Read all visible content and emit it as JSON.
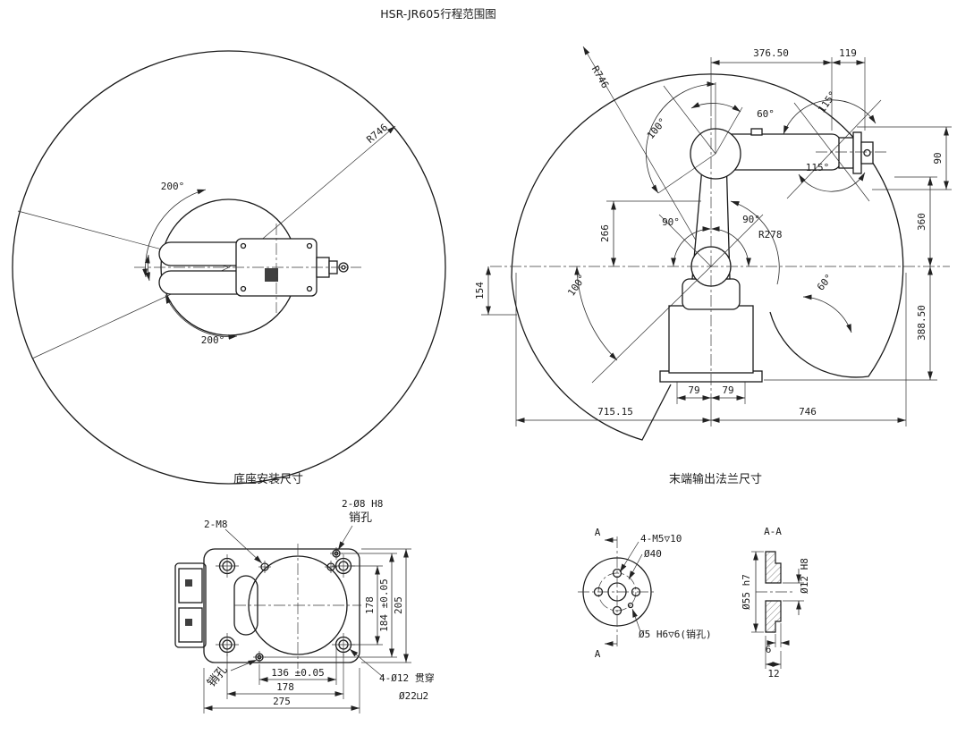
{
  "title": "HSR-JR605行程范围图",
  "colors": {
    "line": "#1a1a1a",
    "dim": "#2a2a2a",
    "background": "#ffffff"
  },
  "top_view": {
    "radius_label": "R746",
    "angle_upper": "200°",
    "angle_lower": "200°"
  },
  "side_view": {
    "radius_outer": "R746",
    "radius_inner": "R278",
    "dim_reach_horiz": "376.50",
    "dim_flange": "119",
    "dim_90": "90",
    "dim_360": "360",
    "dim_388_50": "388.50",
    "dim_266": "266",
    "dim_154": "154",
    "dim_79a": "79",
    "dim_79b": "79",
    "dim_715_15": "715.15",
    "dim_746": "746",
    "angle_60_top": "60°",
    "angle_100_top": "100°",
    "angle_115_top": "115°",
    "angle_115_mid": "115°",
    "angle_90_left": "90°",
    "angle_90_right": "90°",
    "angle_100_bottom": "100°",
    "angle_60_bottom": "60°"
  },
  "base_view": {
    "title": "底座安装尺寸",
    "note_m8": "2-M8",
    "note_pin_line1": "2-Ø8 H8",
    "note_pin_line2": "销孔",
    "note_pin_bl": "销孔",
    "note_through": "4-Ø12 贯穿",
    "note_cbore": "Ø22⊔2",
    "dim_v178": "178",
    "dim_v184": "184 ±0.05",
    "dim_v205": "205",
    "dim_h136": "136 ±0.05",
    "dim_h178": "178",
    "dim_h275": "275"
  },
  "flange_view": {
    "title": "末端输出法兰尺寸",
    "section_a_top": "A",
    "section_a_bottom": "A",
    "section_name": "A-A",
    "note_m5": "4-M5▽10",
    "note_d40": "Ø40",
    "note_pin": "Ø5 H6▽6(销孔)",
    "dim_d55": "Ø55 h7",
    "dim_d12": "Ø12 H8",
    "dim_6": "6",
    "dim_12": "12"
  }
}
